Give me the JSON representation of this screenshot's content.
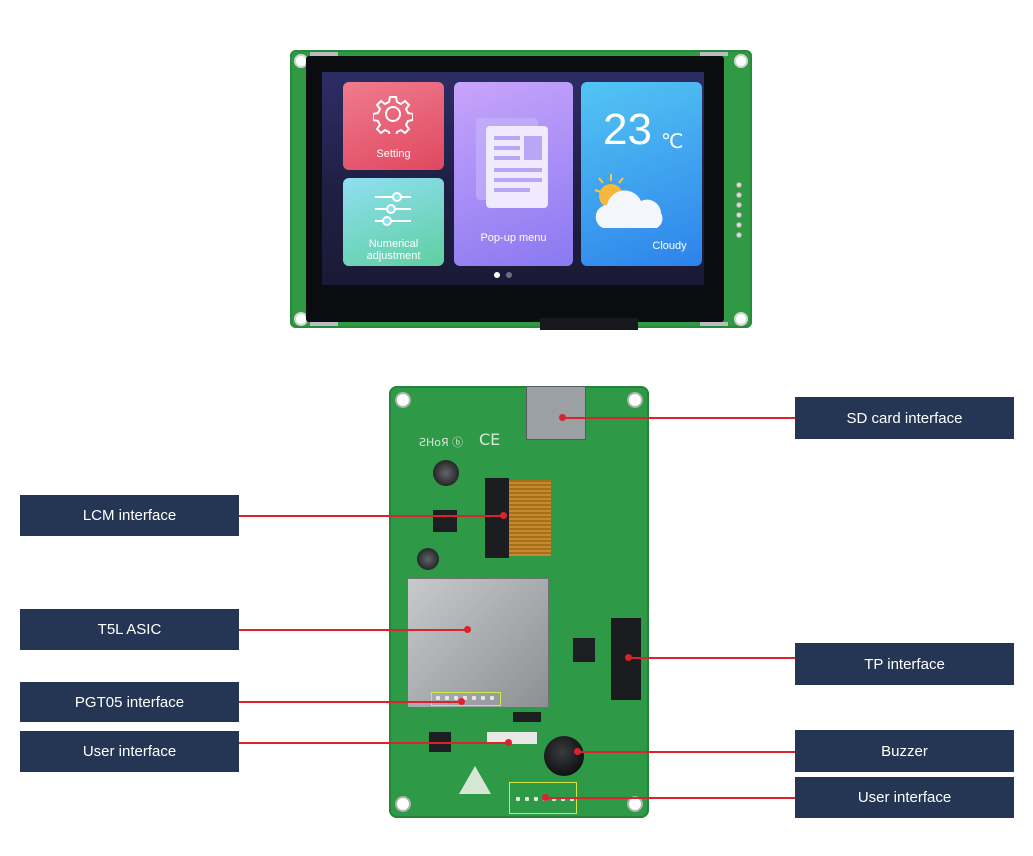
{
  "screen": {
    "tiles": {
      "setting": "Setting",
      "numerical": "Numerical\nadjustment",
      "popup": "Pop-up menu",
      "weather_temp": "23",
      "weather_unit": "℃",
      "weather_desc": "Cloudy"
    },
    "icons": [
      "gear-icon",
      "sliders-icon",
      "document-icon",
      "cloud-sun-icon"
    ],
    "page_indicator": {
      "total": 2,
      "active": 1
    }
  },
  "callouts": {
    "sd_card": "SD card interface",
    "lcm": "LCM interface",
    "t5l": "T5L ASIC",
    "pgt05": "PGT05 interface",
    "user_left": "User interface",
    "tp": "TP interface",
    "buzzer": "Buzzer",
    "user_right": "User interface"
  },
  "colors": {
    "pcb_green": "#2e9a47",
    "label_bg": "#243654",
    "leader_red": "#d9232d",
    "highlight_yellow": "#d4e84a"
  }
}
